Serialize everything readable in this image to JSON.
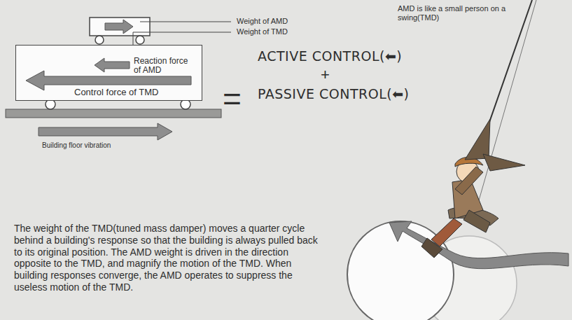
{
  "diagram": {
    "nodes": [
      {
        "text": [
          "Reaction force of AMD",
          "Control force of TMD"
        ]
      }
    ],
    "labels": [
      "Weight of AMD",
      "Weight of TMD",
      "=",
      "ACTIVE CONTROL(⬅)",
      "+",
      "PASSIVE CONTROL(⬅)",
      "Building floor vibration",
      "The weight of the TMD(tuned mass damper) moves a quarter cycle behind a building's response so that the building is always pulled back to its original position. The AMD weight is driven in the direction opposite to the TMD, and magnify the motion of the TMD. When building responses converge, the AMD operates to suppress the useless motion of the TMD.",
      "AMD is like a small person on a swing(TMD)"
    ]
  }
}
